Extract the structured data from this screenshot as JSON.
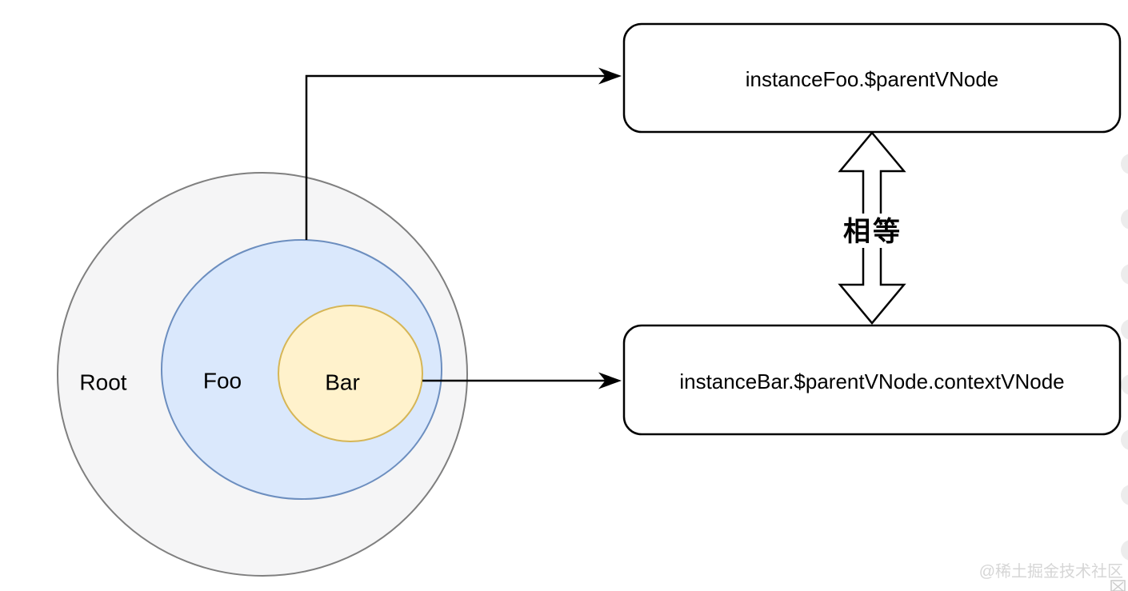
{
  "diagram": {
    "venn": {
      "circles": [
        {
          "name": "root",
          "label": "Root",
          "fill": "#f5f5f6",
          "stroke": "#7f7f7f"
        },
        {
          "name": "foo",
          "label": "Foo",
          "fill": "#dae8fc",
          "stroke": "#6c8ebf"
        },
        {
          "name": "bar",
          "label": "Bar",
          "fill": "#fff2cc",
          "stroke": "#d6b656"
        }
      ]
    },
    "nodes": [
      {
        "name": "foo-vnode",
        "label": "instanceFoo.$parentVNode"
      },
      {
        "name": "bar-vnode",
        "label": "instanceBar.$parentVNode.contextVNode"
      }
    ],
    "relation": {
      "label": "相等",
      "color": "#f5332f"
    },
    "line_color": "#000000"
  },
  "watermark": {
    "text": "@稀土掘金技术社区",
    "color": "#d6d6d6"
  }
}
